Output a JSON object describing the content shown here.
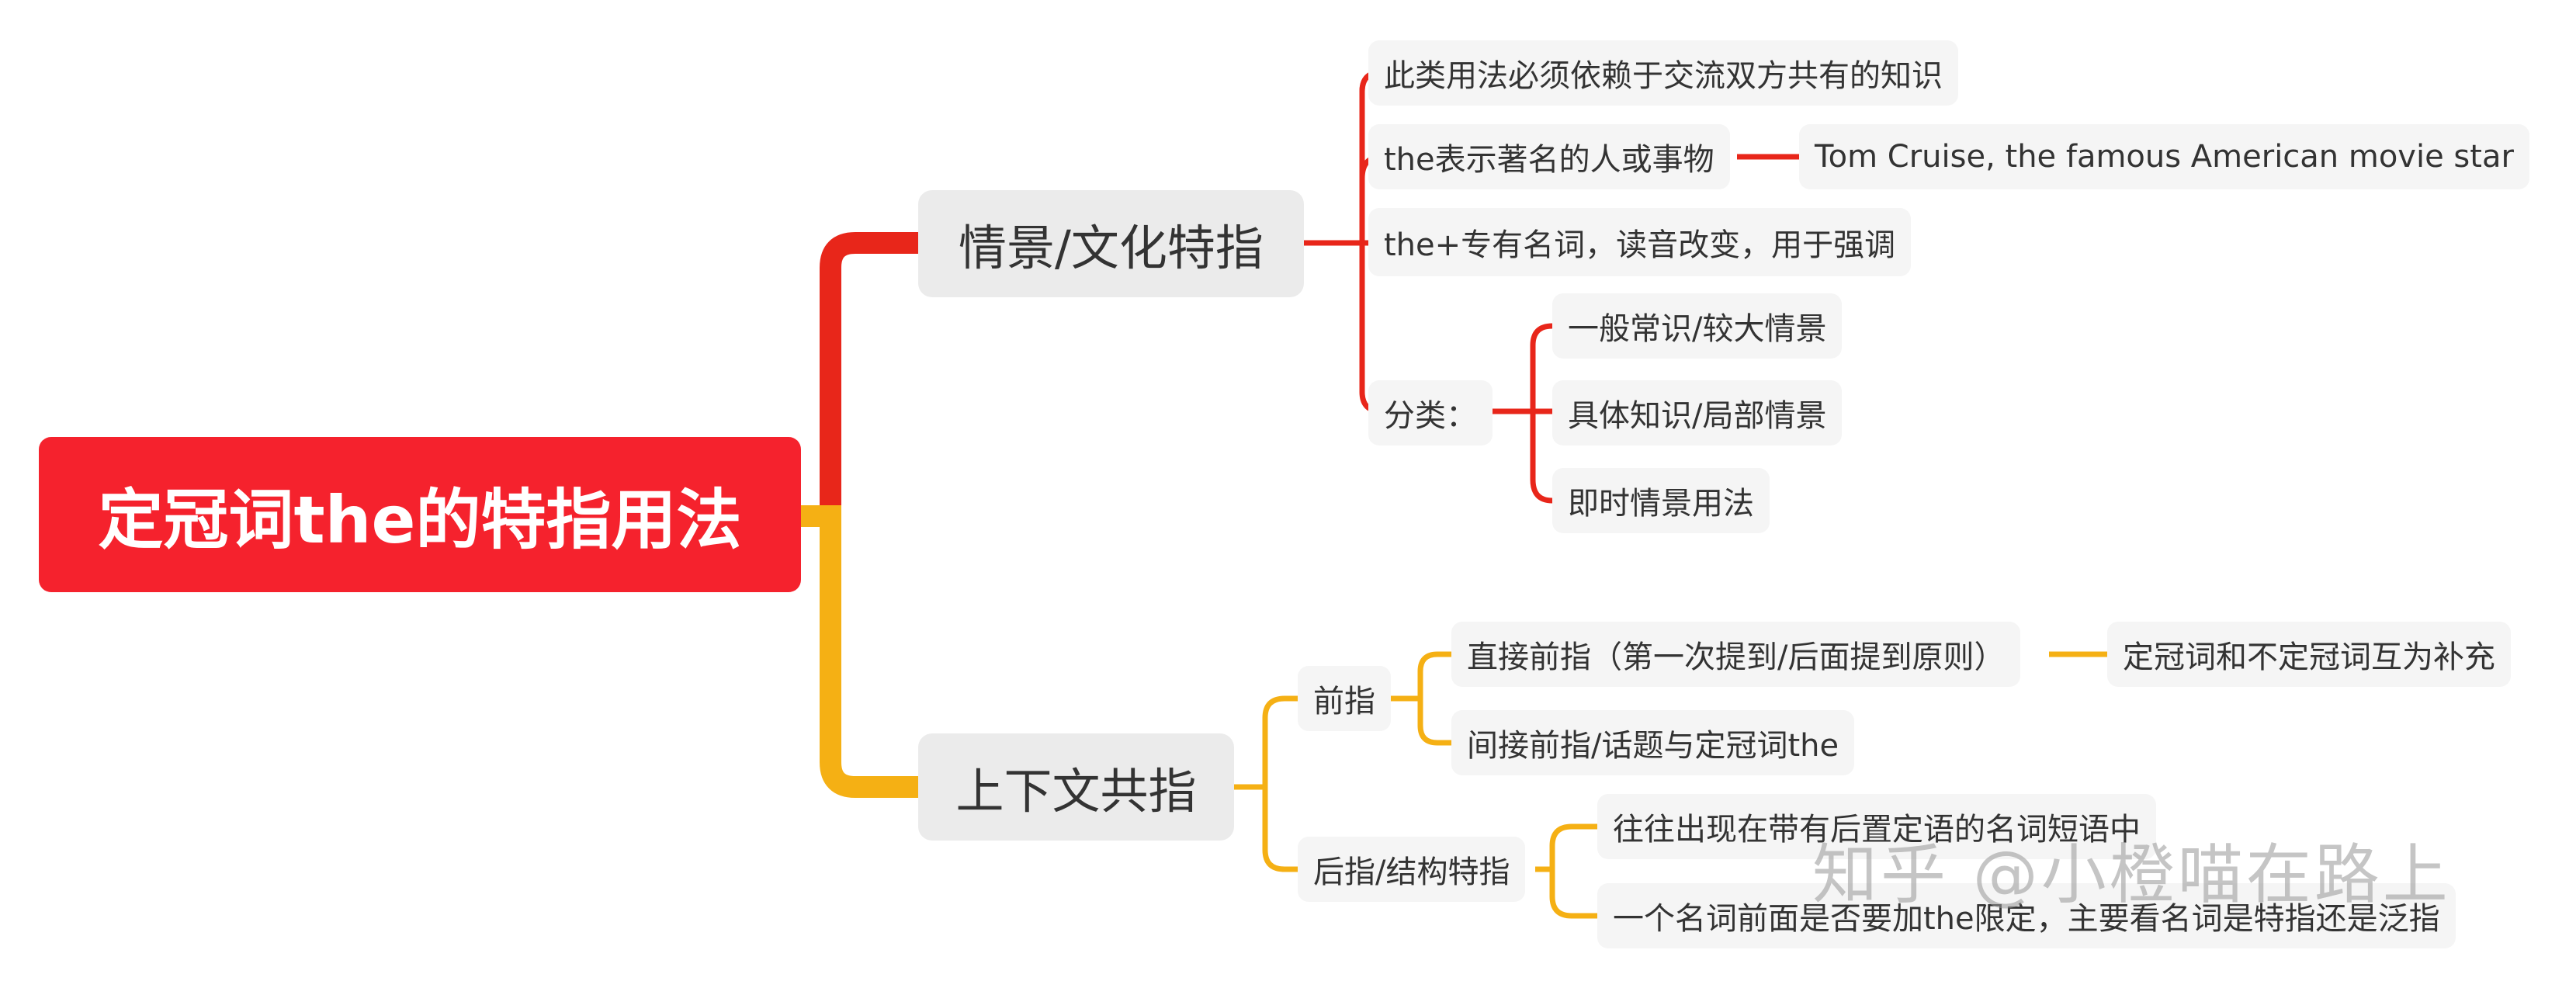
{
  "root": {
    "label": "定冠词the的特指用法"
  },
  "branch_top": {
    "label": "情景/文化特指",
    "color": "#e8261a",
    "items": [
      "此类用法必须依赖于交流双方共有的知识",
      "the表示著名的人或事物",
      "the+专有名词，读音改变，用于强调",
      "分类："
    ],
    "example": "Tom Cruise, the famous American movie star",
    "categories": [
      "一般常识/较大情景",
      "具体知识/局部情景",
      "即时情景用法"
    ]
  },
  "branch_bottom": {
    "label": "上下文共指",
    "color": "#f5b014",
    "front": {
      "label": "前指",
      "items": [
        "直接前指（第一次提到/后面提到原则）",
        "间接前指/话题与定冠词the"
      ],
      "note": "定冠词和不定冠词互为补充"
    },
    "back": {
      "label": "后指/结构特指",
      "items": [
        "往往出现在带有后置定语的名词短语中",
        "一个名词前面是否要加the限定，主要看名词是特指还是泛指"
      ]
    }
  },
  "watermark": "知乎 @小橙喵在路上"
}
